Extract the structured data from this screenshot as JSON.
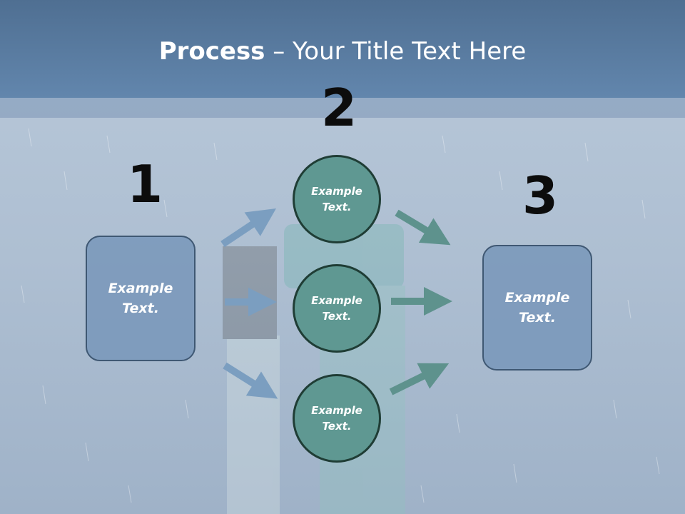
{
  "title": {
    "bold": "Process",
    "rest": " – Your Title Text Here"
  },
  "steps": [
    {
      "number": "1",
      "text": "Example Text."
    },
    {
      "number": "2",
      "items": [
        "Example Text.",
        "Example Text.",
        "Example Text."
      ]
    },
    {
      "number": "3",
      "text": "Example Text."
    }
  ],
  "colors": {
    "header": "#5878a0",
    "box_fill": "#7896ba",
    "circle_fill": "#5f9892",
    "arrow_in": "#7b9ec0",
    "arrow_out": "#5e928d"
  }
}
